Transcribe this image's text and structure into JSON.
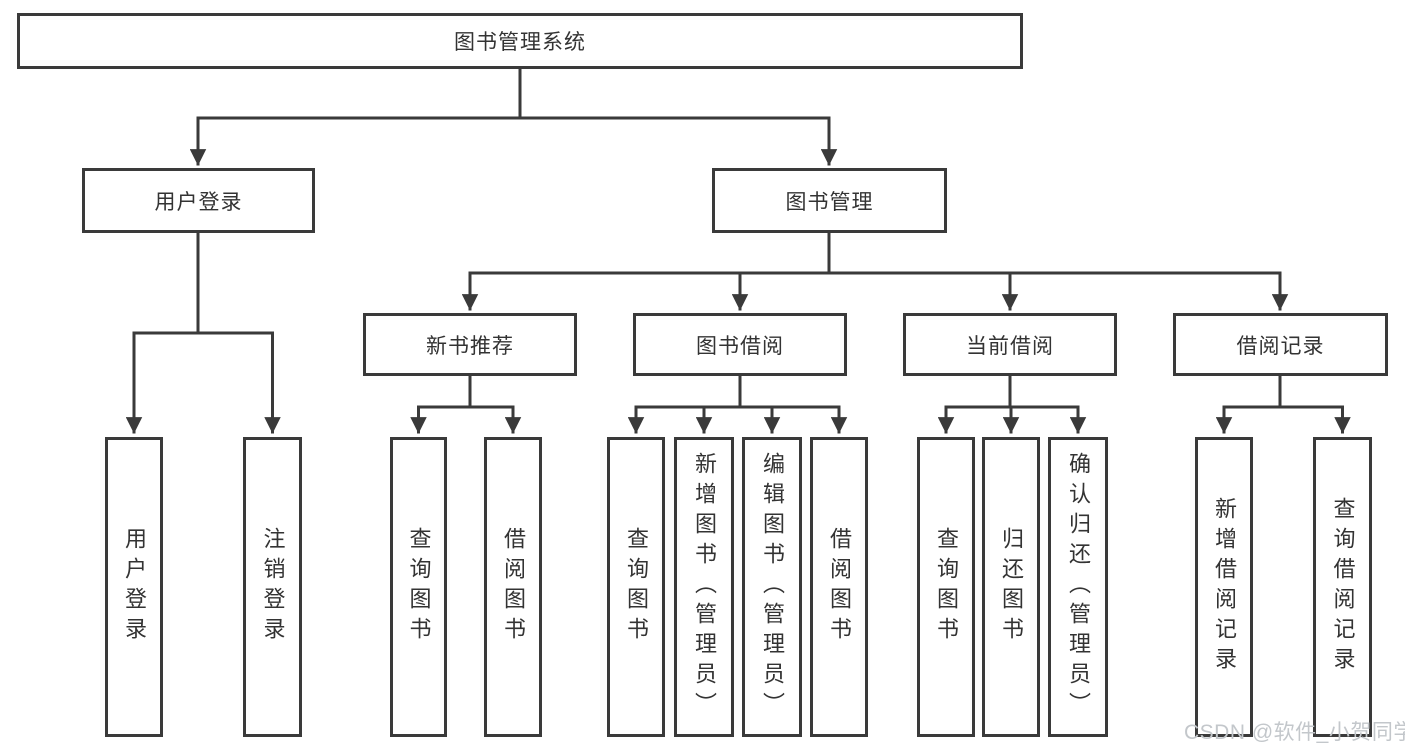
{
  "diagram": {
    "title_node": "图书管理系统",
    "level2": {
      "user_login": "用户登录",
      "book_mgmt": "图书管理"
    },
    "level3": {
      "new_book_rec": "新书推荐",
      "book_borrow": "图书借阅",
      "current_borrow": "当前借阅",
      "borrow_records": "借阅记录"
    },
    "leaves": {
      "ul_user_login": "用户登录",
      "ul_logout": "注销登录",
      "nb_query": "查询图书",
      "nb_borrow": "借阅图书",
      "bb_query": "查询图书",
      "bb_add": "新增图书（管理员）",
      "bb_edit": "编辑图书（管理员）",
      "bb_borrow": "借阅图书",
      "cb_query": "查询图书",
      "cb_return": "归还图书",
      "cb_confirm": "确认归还（管理员）",
      "br_add": "新增借阅记录",
      "br_query": "查询借阅记录"
    }
  },
  "watermark": {
    "text": "CSDN @软件_小贺同学"
  },
  "colors": {
    "line": "#3a3a3a",
    "text": "#333333",
    "box_background": "#ffffff",
    "page_background": "#ffffff",
    "watermark": "#c3c7cb"
  }
}
